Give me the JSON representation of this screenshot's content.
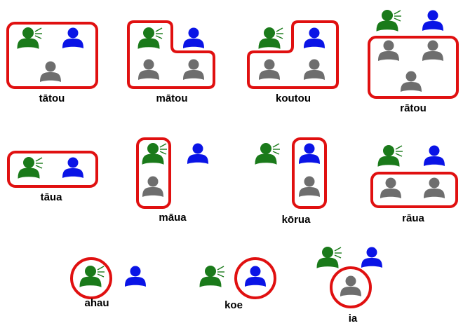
{
  "colors": {
    "speaker": "#1a7a1a",
    "listener": "#0a14e6",
    "other": "#6e6e6e",
    "outline": "#e01010"
  },
  "pronouns": {
    "tatou": "tātou",
    "matou": "mātou",
    "koutou": "koutou",
    "ratou": "rātou",
    "taua": "tāua",
    "maua": "māua",
    "korua": "kōrua",
    "raua": "rāua",
    "ahau": "ahau",
    "koe": "koe",
    "ia": "ia"
  }
}
